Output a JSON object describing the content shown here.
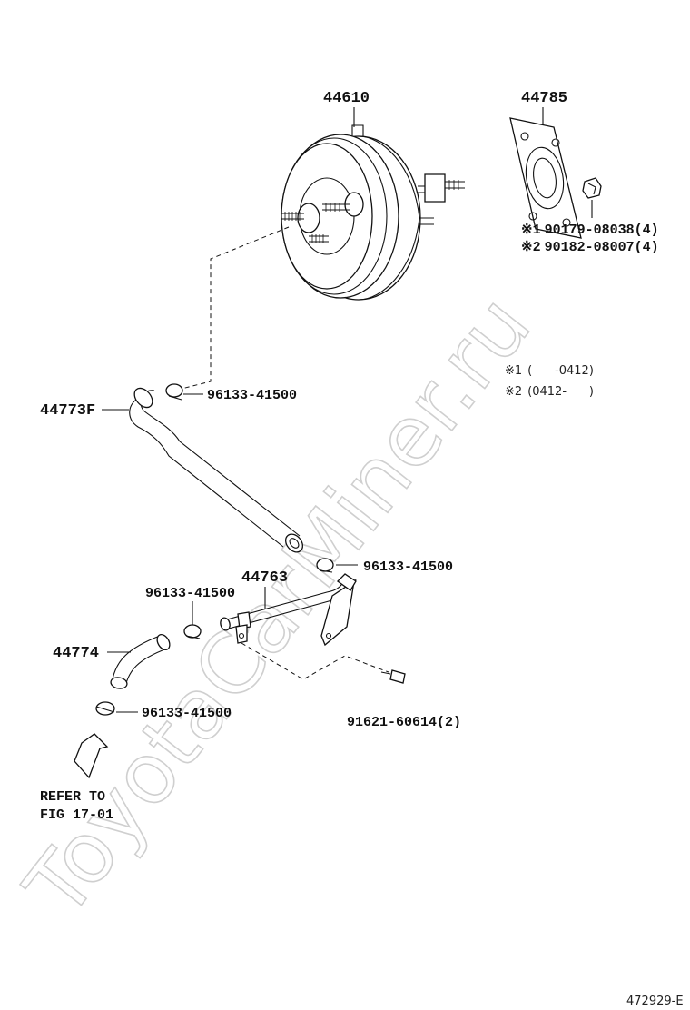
{
  "watermark": "ToyotaCarMiner.ru",
  "parts": {
    "booster": "44610",
    "gasket": "44785",
    "hose_upper": "44773F",
    "clamp_upper": "96133-41500",
    "tube": "44763",
    "clamp_tube_right": "96133-41500",
    "clamp_tube_left": "96133-41500",
    "hose_lower": "44774",
    "clamp_lower": "96133-41500",
    "bolt": "91621-60614(2)"
  },
  "nut_variants": [
    {
      "mark": "※1",
      "part": "90179-08038(4)"
    },
    {
      "mark": "※2",
      "part": "90182-08007(4)"
    }
  ],
  "legend": [
    {
      "mark": "※1",
      "range": "(      -0412)"
    },
    {
      "mark": "※2",
      "range": "(0412-      )"
    }
  ],
  "refer": {
    "line1": "REFER TO",
    "line2": "FIG 17-01"
  },
  "figure_id": "472929-E"
}
